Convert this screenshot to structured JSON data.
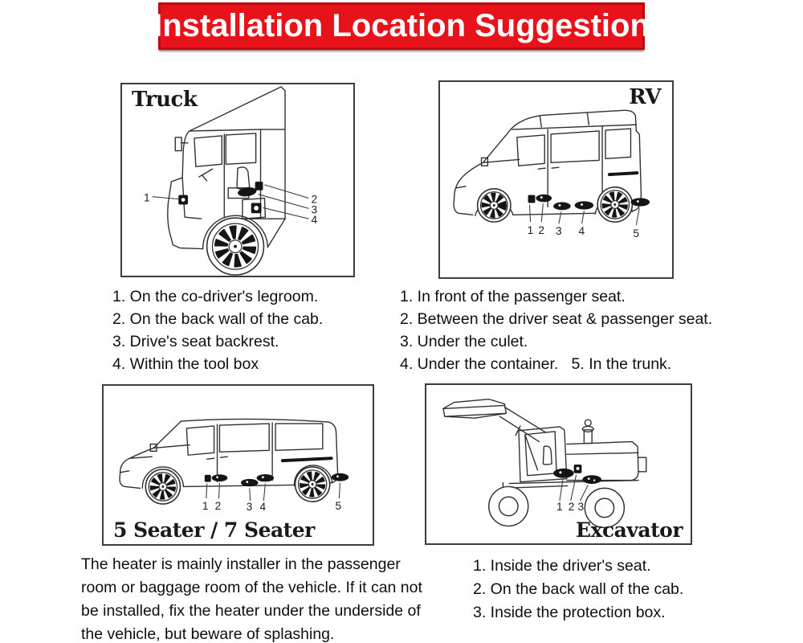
{
  "banner": {
    "title": "Installation Location Suggestion"
  },
  "colors": {
    "banner_bg": "#e8131a",
    "banner_border": "#ba0c10",
    "banner_text": "#ffffff",
    "panel_border": "#3d3d3d",
    "text": "#0f0f0f",
    "line_art": "#2f2f2f",
    "unit_fill": "#151515"
  },
  "panels": {
    "truck": {
      "label": "Truck",
      "callouts": [
        "1",
        "2",
        "3",
        "4"
      ],
      "list": [
        "1. On the co-driver's legroom.",
        "2. On the back wall of the cab.",
        "3. Drive's seat backrest.",
        "4. Within the tool box"
      ]
    },
    "rv": {
      "label": "RV",
      "callouts": [
        "1",
        "2",
        "3",
        "4",
        "5"
      ],
      "list": [
        "1. In front of the passenger seat.",
        "2. Between the driver seat & passenger seat.",
        "3. Under the culet.",
        "4. Under the container.   5. In the trunk."
      ]
    },
    "seater": {
      "label": "5 Seater / 7 Seater",
      "callouts": [
        "1",
        "2",
        "3",
        "4",
        "5"
      ],
      "note_lines": [
        "The heater is mainly installer in the passenger",
        "room or baggage room of the vehicle. If it can not",
        "be installed, fix the heater under the underside of",
        "the vehicle, but beware of splashing."
      ]
    },
    "excavator": {
      "label": "Excavator",
      "callouts": [
        "1",
        "2",
        "3"
      ],
      "list": [
        "1. Inside the driver's seat.",
        "2. On the back wall of the cab.",
        "3. Inside the protection box."
      ]
    }
  }
}
